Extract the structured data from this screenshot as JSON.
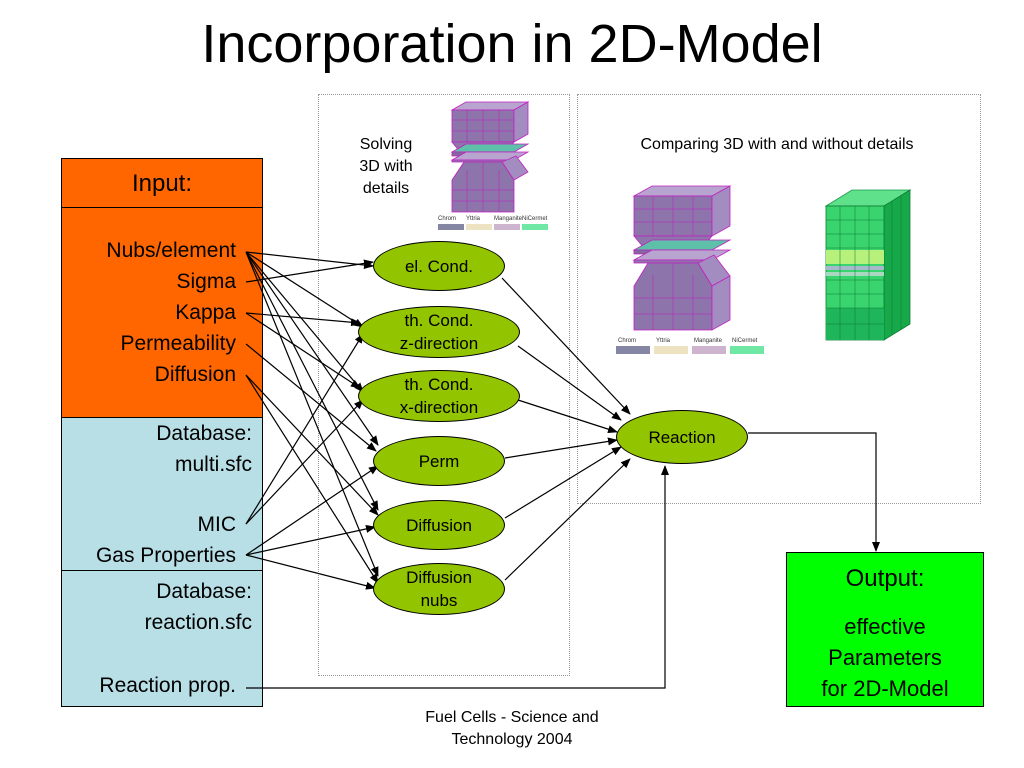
{
  "title": "Incorporation in 2D-Model",
  "input_box": {
    "header": "Input:",
    "items": [
      "Nubs/element",
      "Sigma",
      "Kappa",
      "Permeability",
      "Diffusion"
    ]
  },
  "database1": {
    "header_line1": "Database:",
    "header_line2": "multi.sfc",
    "items": [
      "MIC",
      "Gas Properties"
    ]
  },
  "database2": {
    "header_line1": "Database:",
    "header_line2": "reaction.sfc",
    "items": [
      "Reaction prop."
    ]
  },
  "solving_caption": {
    "line1": "Solving",
    "line2": "3D with",
    "line3": "details"
  },
  "comparing_caption": "Comparing 3D with and without details",
  "processes": [
    {
      "line1": "el. Cond.",
      "line2": ""
    },
    {
      "line1": "th. Cond.",
      "line2": "z-direction"
    },
    {
      "line1": "th. Cond.",
      "line2": "x-direction"
    },
    {
      "line1": "Perm",
      "line2": ""
    },
    {
      "line1": "Diffusion",
      "line2": ""
    },
    {
      "line1": "Diffusion",
      "line2": "nubs"
    }
  ],
  "reaction": "Reaction",
  "output_box": {
    "header": "Output:",
    "line1": "effective",
    "line2": "Parameters",
    "line3": "for 2D-Model"
  },
  "legend": [
    "Chrom",
    "Yttria",
    "Manganite",
    "NiCermet"
  ],
  "footer": {
    "line1": "Fuel Cells - Science and",
    "line2": "Technology 2004"
  },
  "colors": {
    "input": "#ff6600",
    "database": "#b8dee6",
    "process": "#92c400",
    "output": "#00ff00",
    "stack_purple": "#9e84b8",
    "stack_green": "#2ecc71"
  }
}
